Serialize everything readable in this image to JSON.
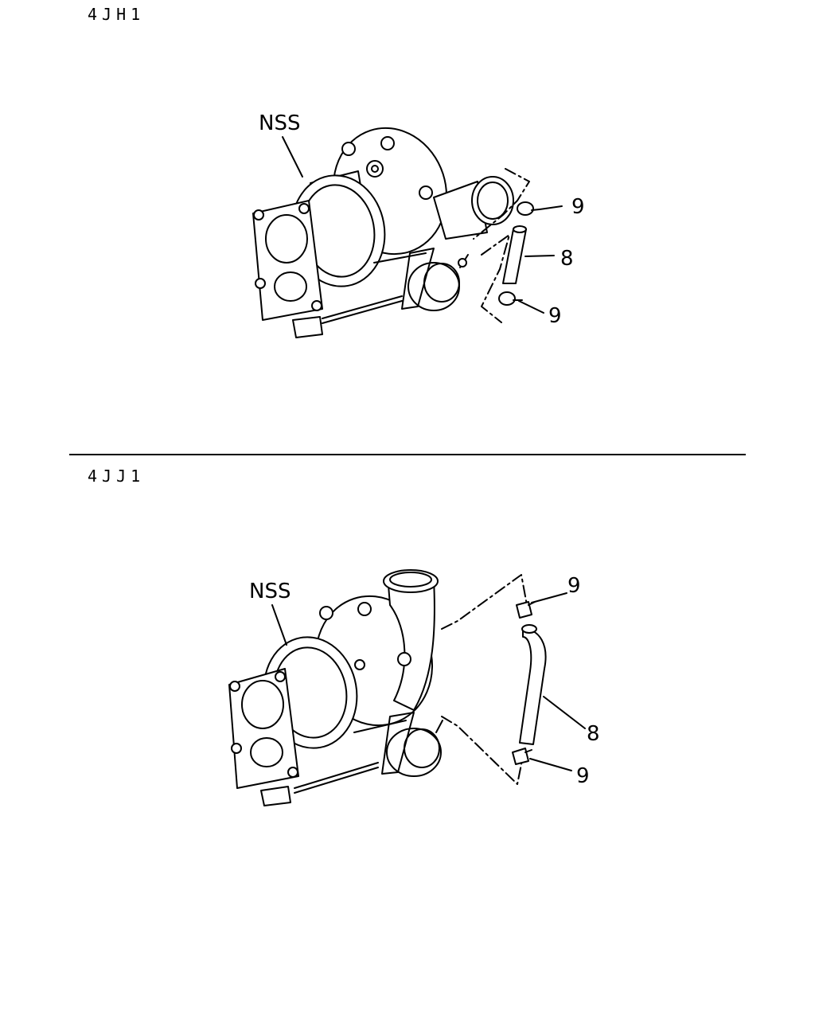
{
  "sections": [
    {
      "title": "4JH1",
      "callouts": {
        "nss": "NSS",
        "clamp_upper": "9",
        "hose": "8",
        "clamp_lower": "9"
      }
    },
    {
      "title": "4JJ1",
      "callouts": {
        "nss": "NSS",
        "clamp_upper": "9",
        "hose": "8",
        "clamp_lower": "9"
      }
    }
  ],
  "colors": {
    "ink": "#000000",
    "paper": "#ffffff"
  }
}
